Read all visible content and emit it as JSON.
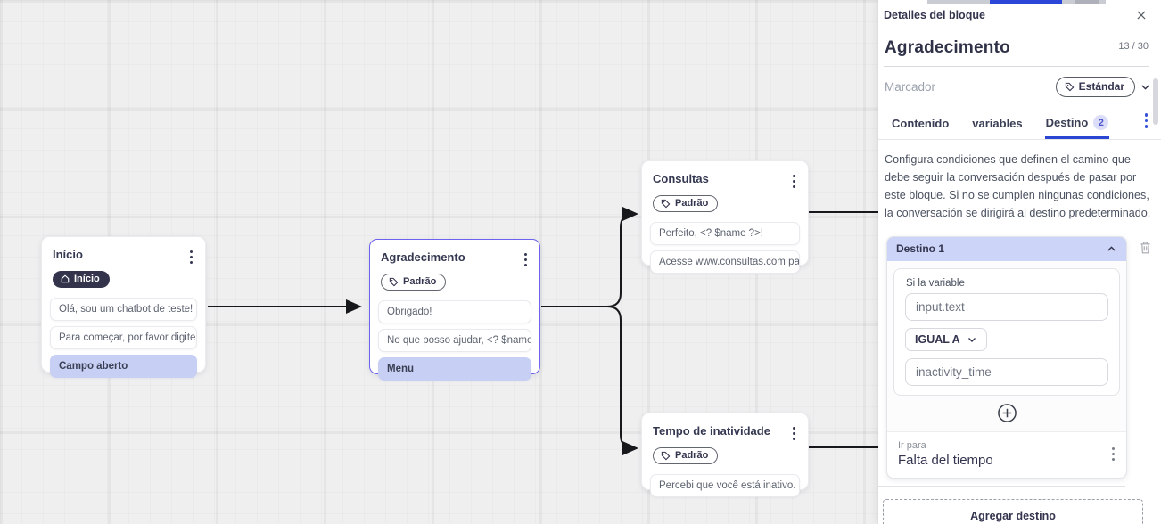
{
  "canvas": {
    "nodes": [
      {
        "title": "Início",
        "badge": "Início",
        "rows": [
          "Olá, sou um chatbot de teste!",
          "Para começar, por favor digite o ...",
          "Campo aberto"
        ]
      },
      {
        "title": "Agradecimento",
        "badge": "Padrão",
        "rows": [
          "Obrigado!",
          "No que posso ajudar, <? $name ...",
          "Menu"
        ]
      },
      {
        "title": "Consultas",
        "badge": "Padrão",
        "rows": [
          "Perfeito, <? $name ?>!",
          "Acesse www.consultas.com par..."
        ]
      },
      {
        "title": "Tempo de inatividade",
        "badge": "Padrão",
        "rows": [
          "Percebi que você está inativo. C..."
        ]
      }
    ]
  },
  "panel": {
    "header_title": "Detalles del bloque",
    "block_name": "Agradecimento",
    "counter": "13 / 30",
    "marker_label": "Marcador",
    "marker_pill": "Estándar",
    "tabs": {
      "contenido": "Contenido",
      "variables": "variables",
      "destino": "Destino",
      "destino_count": "2"
    },
    "description": "Configura condiciones que definen el camino que debe seguir la conversación después de pasar por este bloque. Si no se cumplen ningunas condiciones, la conversación se dirigirá al destino predeterminado.",
    "destination": {
      "header": "Destino 1",
      "condition_label": "Si la variable",
      "variable_value": "input.text",
      "operator": "IGUAL A",
      "value": "inactivity_time",
      "goto_label": "Ir para",
      "goto_value": "Falta del tiempo"
    },
    "add_destination": "Agregar destino"
  },
  "colors": {
    "accent_blue": "#2b46d3",
    "selected_node_border": "#6e63ee",
    "highlight_row": "#c7d0f4",
    "badge_dark": "#33344c",
    "destino_header": "#ccd4f7"
  }
}
